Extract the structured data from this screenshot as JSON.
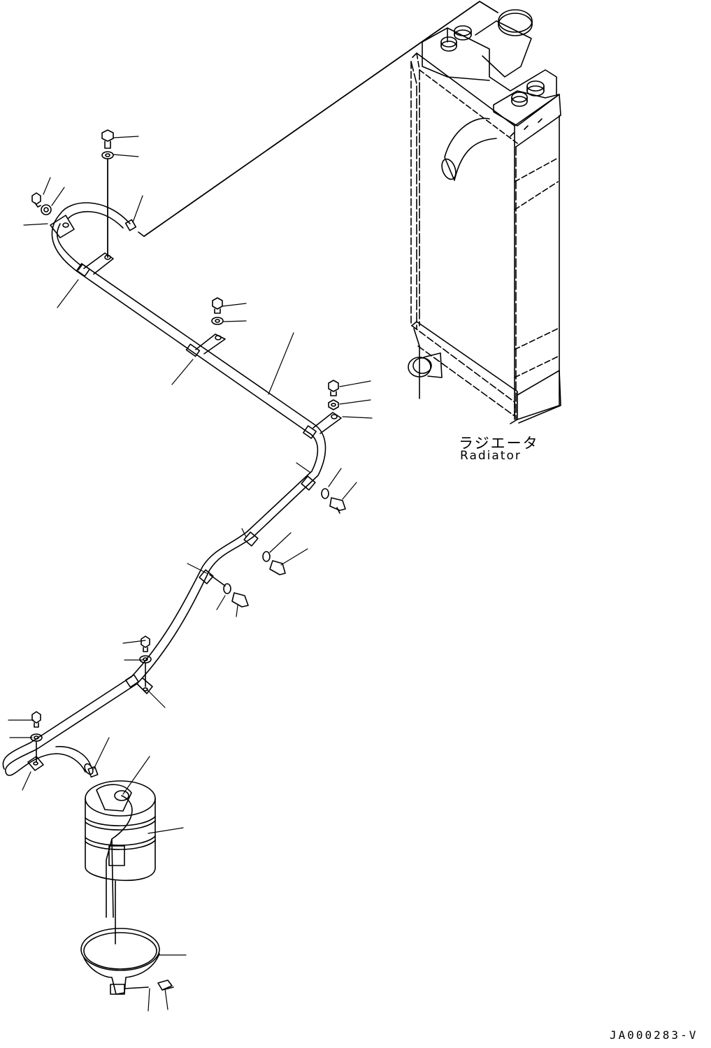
{
  "labels": {
    "radiator_jp": "ラジエータ",
    "radiator_en": "Radiator",
    "drawing_code": "JA000283-V"
  }
}
